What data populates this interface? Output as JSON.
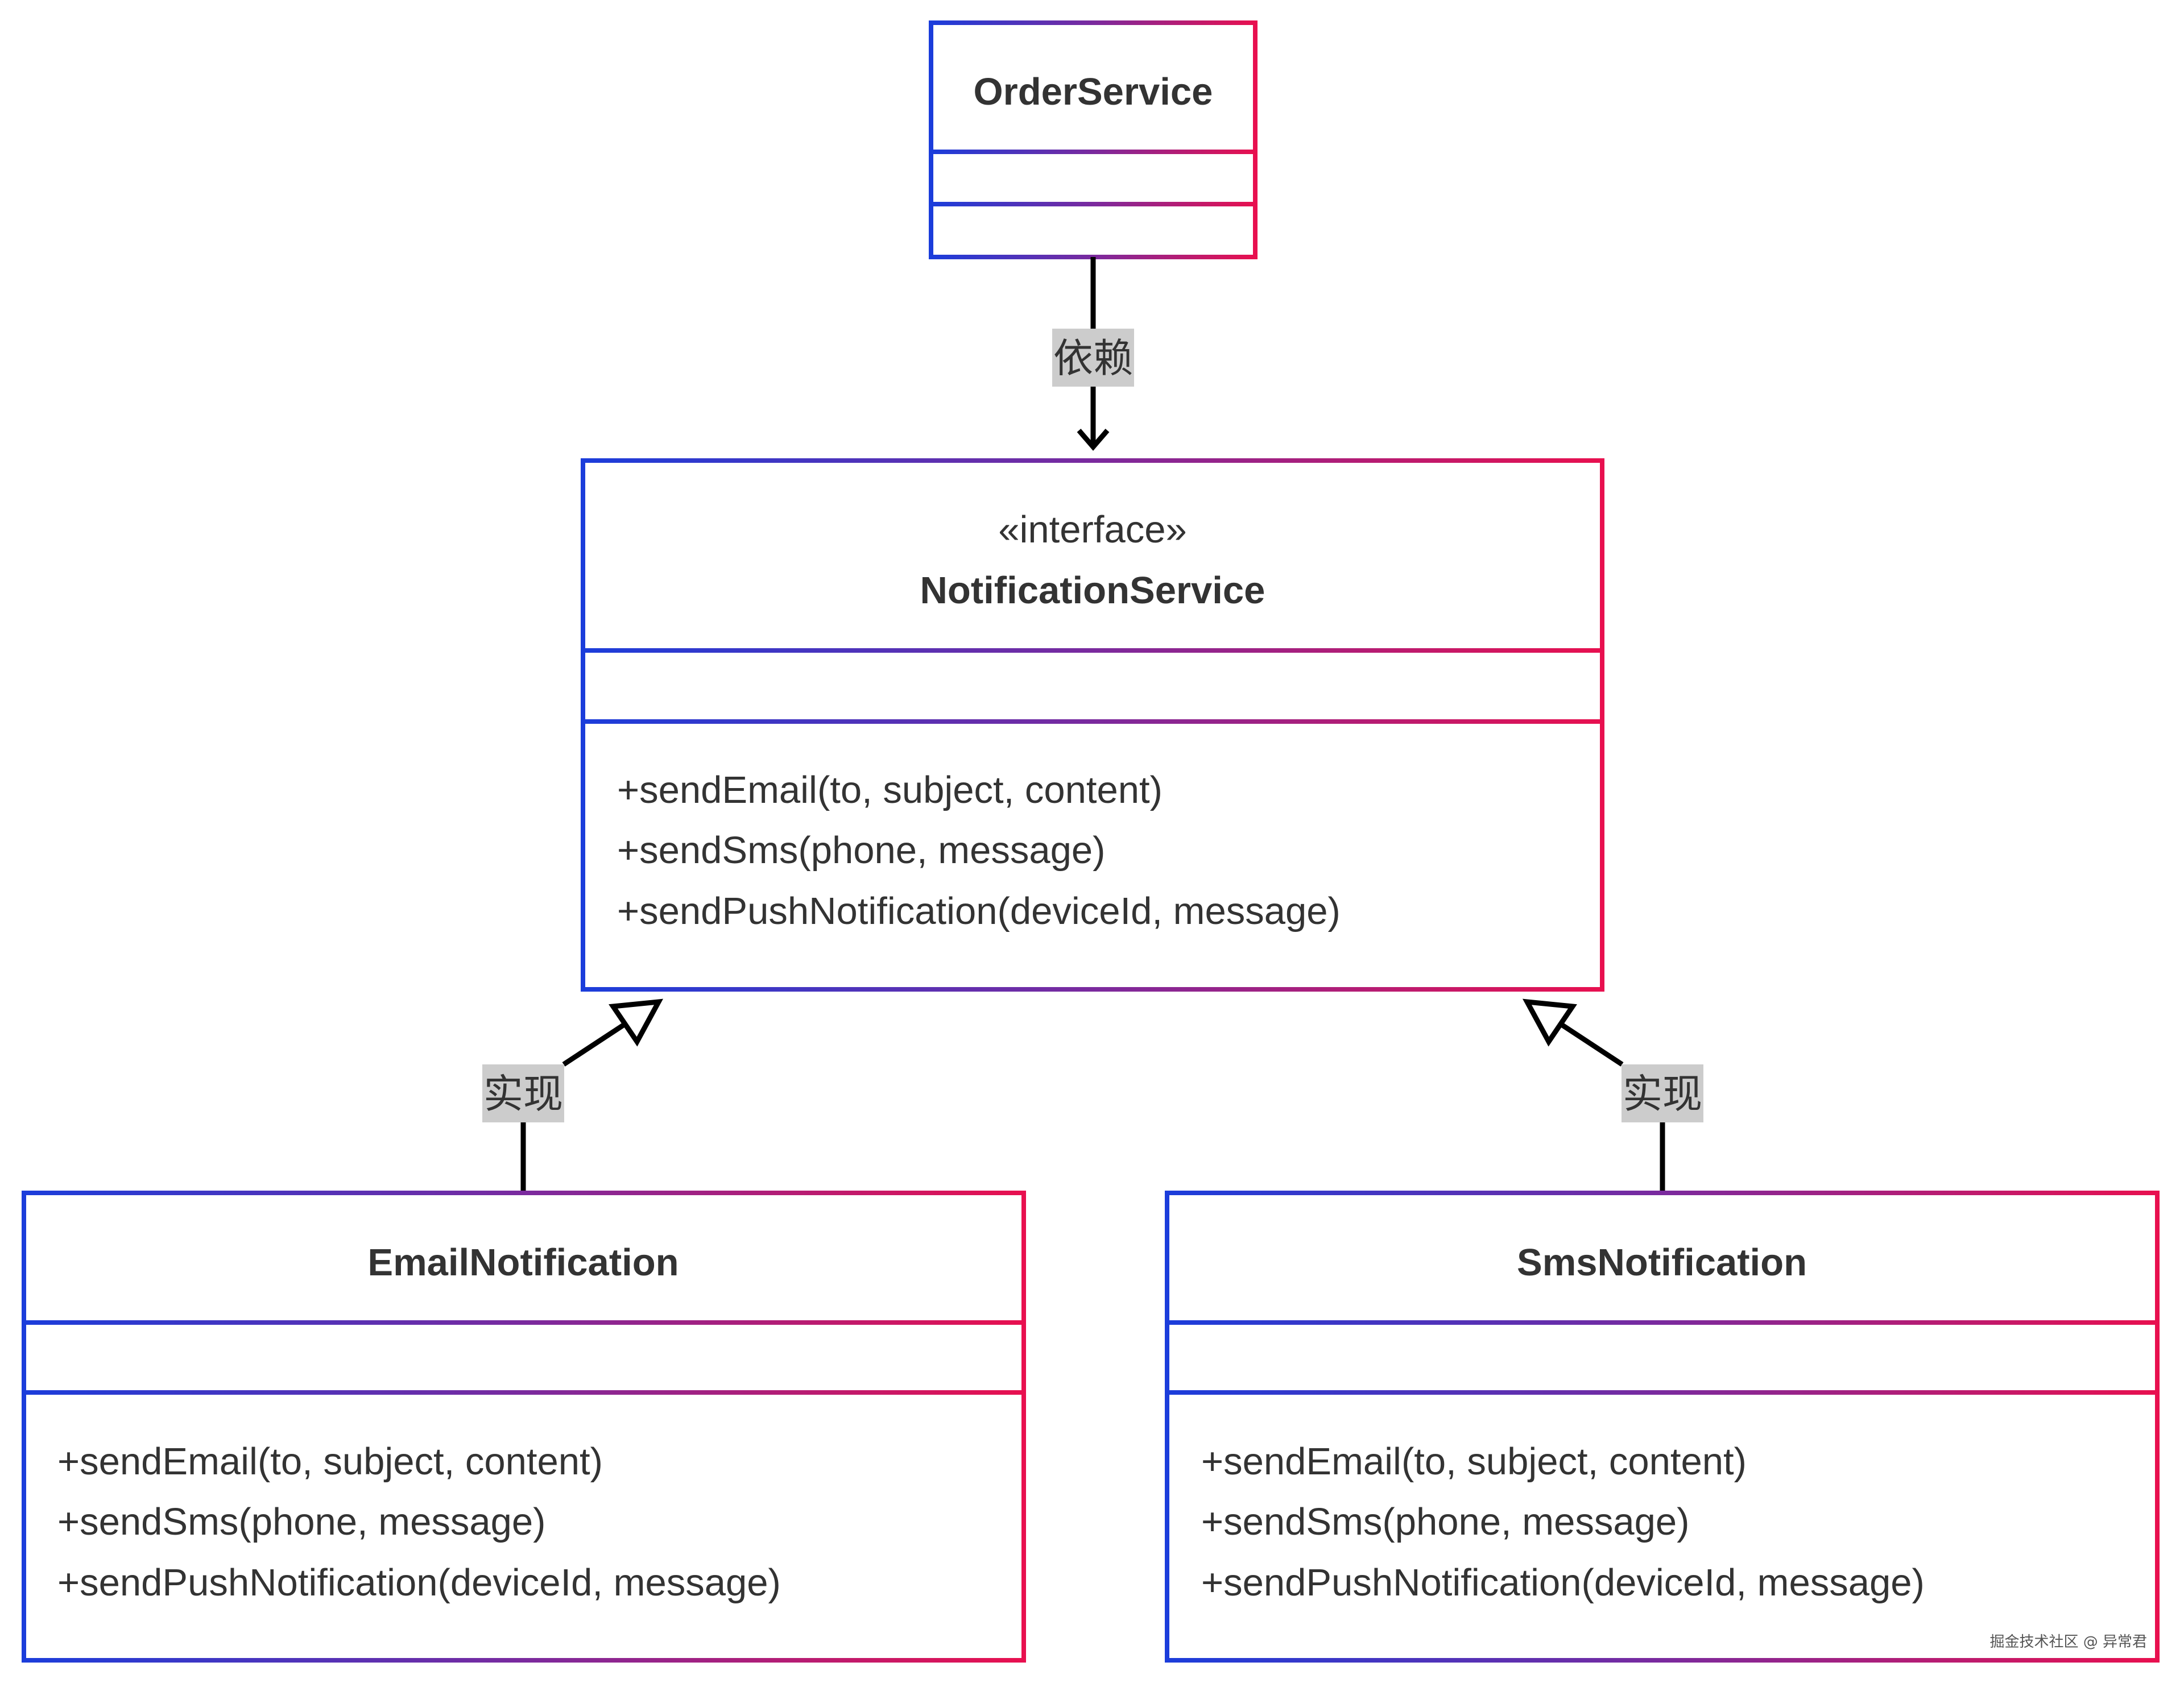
{
  "colors": {
    "border_start": "#1b3ddb",
    "border_end": "#e8104f",
    "edge": "#000000",
    "label_bg": "#cccccc",
    "text": "#333333"
  },
  "classes": {
    "order_service": {
      "name": "OrderService",
      "methods": []
    },
    "notification_service": {
      "stereotype": "«interface»",
      "name": "NotificationService",
      "methods": [
        "+sendEmail(to, subject, content)",
        "+sendSms(phone, message)",
        "+sendPushNotification(deviceId, message)"
      ]
    },
    "email_notification": {
      "name": "EmailNotification",
      "methods": [
        "+sendEmail(to, subject, content)",
        "+sendSms(phone, message)",
        "+sendPushNotification(deviceId, message)"
      ]
    },
    "sms_notification": {
      "name": "SmsNotification",
      "methods": [
        "+sendEmail(to, subject, content)",
        "+sendSms(phone, message)",
        "+sendPushNotification(deviceId, message)"
      ]
    }
  },
  "relations": {
    "dependency_label": "依赖",
    "realization_left_label": "实现",
    "realization_right_label": "实现"
  },
  "watermark": "掘金技术社区 @ 异常君"
}
